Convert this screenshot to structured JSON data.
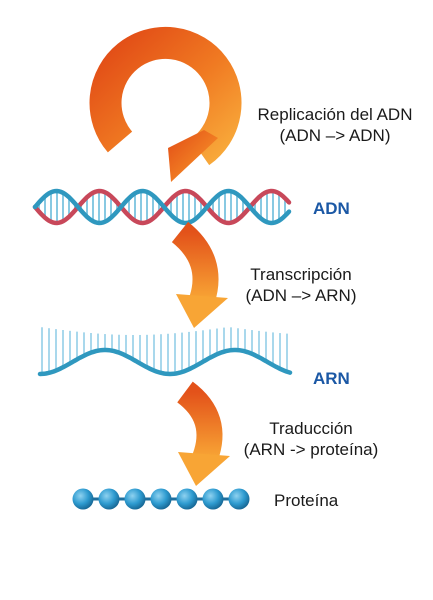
{
  "colors": {
    "arrow_dark": "#e2541a",
    "arrow_light": "#f7a030",
    "strand_blue": "#2f98bf",
    "strand_red": "#c8485a",
    "rung_blue": "#88c9e2",
    "rna_rungs": "#a9d8ec",
    "bead": "#2b93c4",
    "molecule_label": "#1b58a5"
  },
  "steps": {
    "replication": {
      "title": "Replicación del ADN",
      "formula": "(ADN –> ADN)"
    },
    "transcription": {
      "title": "Transcripción",
      "formula": "(ADN –> ARN)"
    },
    "translation": {
      "title": "Traducción",
      "formula": "(ARN -> proteína)"
    }
  },
  "molecules": {
    "dna": "ADN",
    "rna": "ARN",
    "protein": "Proteína"
  },
  "protein_beads": 7
}
